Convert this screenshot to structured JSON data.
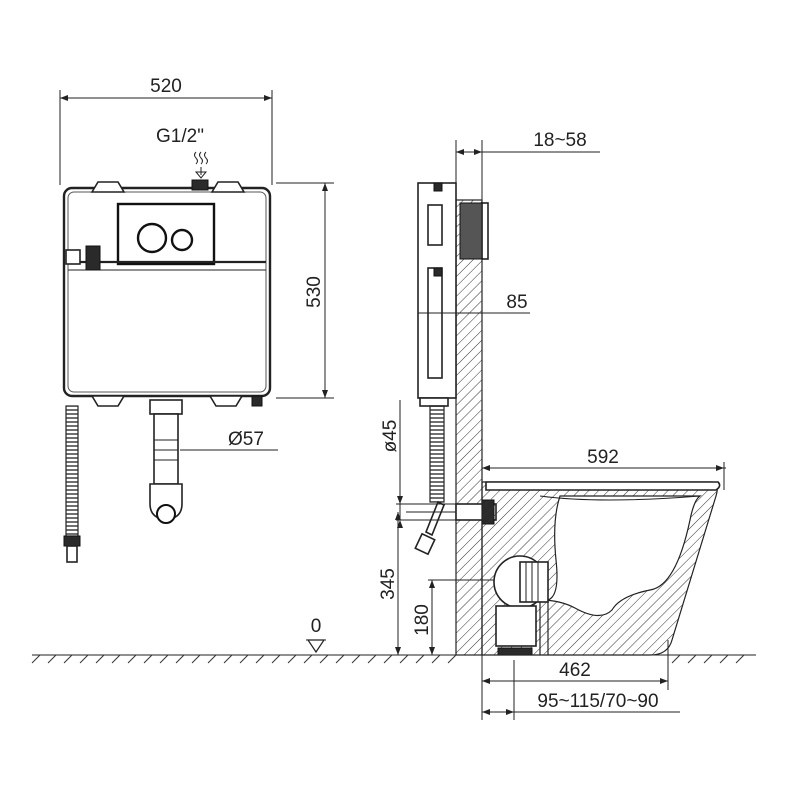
{
  "labels": {
    "width_front": "520",
    "inlet": "G1/2\"",
    "height_front": "530",
    "flush_pipe": "Ø57",
    "wall_range": "18~58",
    "frame_depth": "85",
    "pipe_dia": "ø45",
    "bowl_length": "592",
    "connector_height": "345",
    "outlet_height": "180",
    "floor_level": "0",
    "outlet_distance": "462",
    "outlet_offset": "95~115/70~90"
  }
}
